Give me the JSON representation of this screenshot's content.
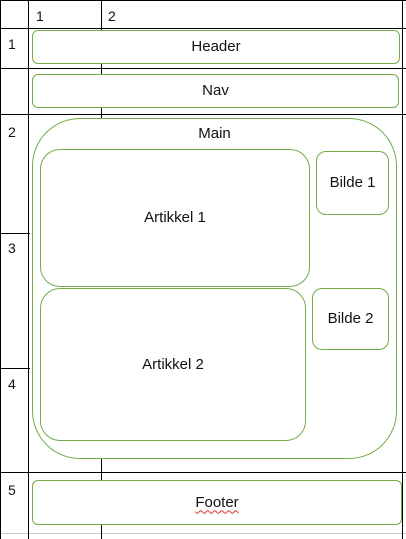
{
  "grid": {
    "column_labels": [
      "1",
      "2"
    ],
    "row_labels": [
      "1",
      "2",
      "3",
      "4",
      "5"
    ]
  },
  "regions": {
    "header": "Header",
    "nav": "Nav",
    "main": "Main",
    "article1": "Artikkel 1",
    "article2": "Artikkel 2",
    "image1": "Bilde 1",
    "image2": "Bilde 2",
    "footer": "Footer"
  },
  "colors": {
    "box_border": "#70ad47",
    "grid_line": "#000000",
    "spellcheck_underline": "#e03030"
  }
}
